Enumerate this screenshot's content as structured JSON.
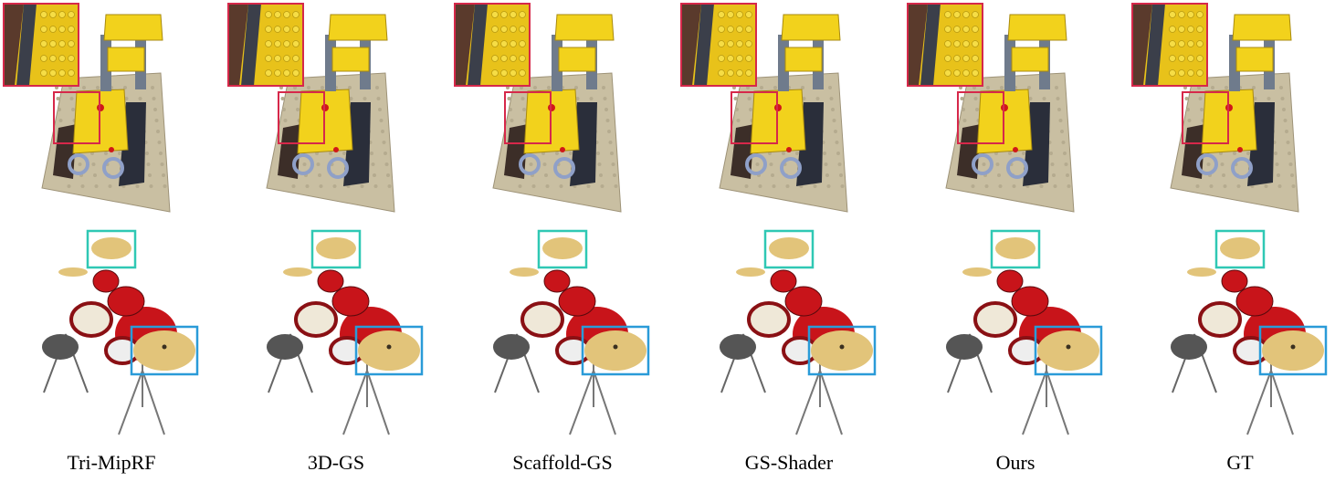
{
  "methods": [
    {
      "label": "Tri-MipRF"
    },
    {
      "label": "3D-GS"
    },
    {
      "label": "Scaffold-GS"
    },
    {
      "label": "GS-Shader"
    },
    {
      "label": "Ours"
    },
    {
      "label": "GT"
    }
  ],
  "colors": {
    "lego_highlight_box": "#d6284a",
    "drums_top_cymbal_box": "#2fc8b4",
    "drums_crash_cymbal_box": "#2a9bd8",
    "lego_yellow": "#f2d21c",
    "lego_base": "#c9bfa2",
    "drum_red": "#c8141a",
    "cymbal_gold": "#e2c47a"
  },
  "scenes": {
    "top": "lego-bulldozer",
    "bottom": "drum-kit"
  }
}
